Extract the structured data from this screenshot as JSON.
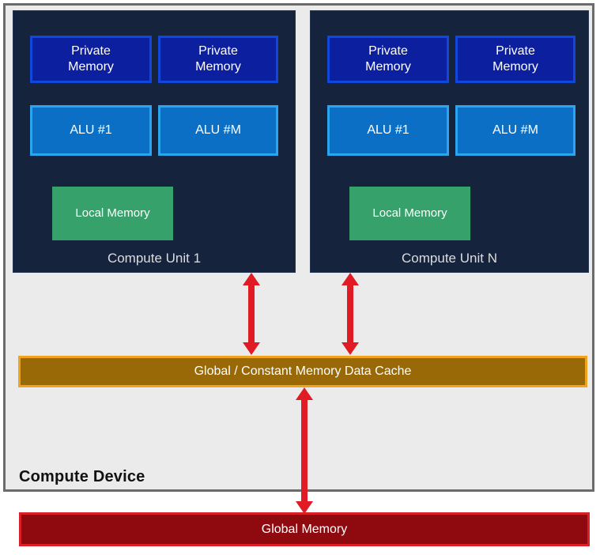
{
  "diagram": {
    "device_label": "Compute Device",
    "units": [
      {
        "name": "Compute Unit 1",
        "private_memory": [
          "Private\nMemory",
          "Private\nMemory"
        ],
        "alus": [
          "ALU #1",
          "ALU #M"
        ],
        "local_memory": "Local Memory"
      },
      {
        "name": "Compute Unit N",
        "private_memory": [
          "Private\nMemory",
          "Private\nMemory"
        ],
        "alus": [
          "ALU #1",
          "ALU #M"
        ],
        "local_memory": "Local Memory"
      }
    ],
    "cache_label": "Global / Constant Memory Data Cache",
    "global_memory_label": "Global Memory",
    "colors": {
      "device_fill": "#ebebeb",
      "device_border": "#6b6b6b",
      "unit_fill": "#16233c",
      "private_fill": "#0c1f9e",
      "private_border": "#1048dc",
      "alu_fill": "#0b70c5",
      "alu_border": "#2ba6ee",
      "local_fill": "#36a16a",
      "cache_fill": "#996908",
      "cache_border": "#efa31f",
      "global_fill": "#8f0a0f",
      "global_border": "#da1f26",
      "arrow": "#e01b23"
    }
  }
}
